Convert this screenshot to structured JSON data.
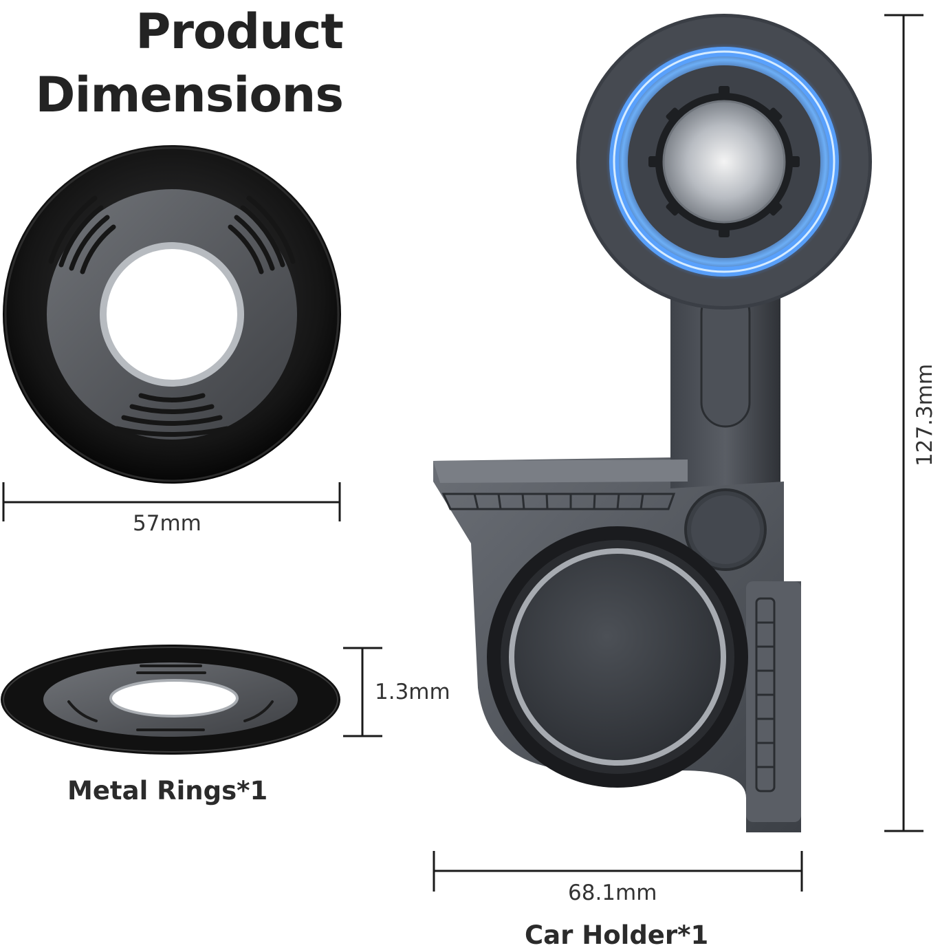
{
  "title": {
    "line1": "Product",
    "line2": "Dimensions"
  },
  "metal_ring": {
    "diameter_label": "57mm",
    "thickness_label": "1.3mm",
    "caption": "Metal Rings*1"
  },
  "car_holder": {
    "width_label": "68.1mm",
    "height_label": "127.3mm",
    "caption": "Car Holder*1"
  },
  "colors": {
    "text": "#232323",
    "dimension_line": "#1a1a1a",
    "ring_black": "#111111",
    "ring_gray": "#5a5d62",
    "holder_gray": "#4a4e55",
    "magnet_glow": "#3d8bff"
  }
}
